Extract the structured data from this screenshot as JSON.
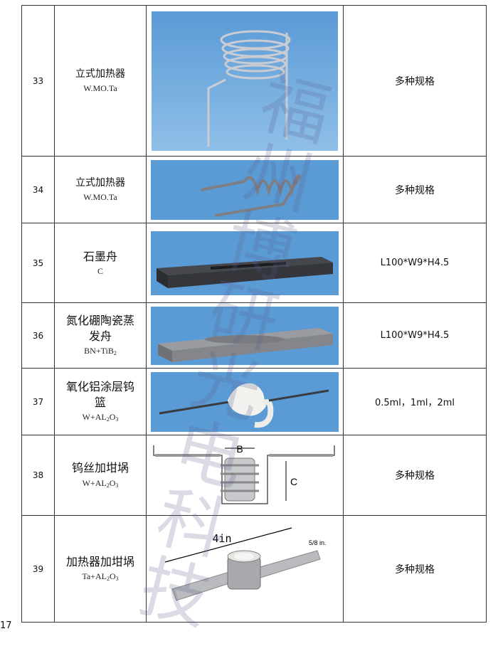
{
  "rows": [
    {
      "num": "33",
      "name": "立式加热器",
      "material": "W.MO.Ta",
      "spec": "多种规格",
      "image": "vertical-coil-heater-photo"
    },
    {
      "num": "34",
      "name": "立式加热器",
      "material": "W.MO.Ta",
      "spec": "多种规格",
      "image": "stranded-coil-heater-photo"
    },
    {
      "num": "35",
      "name": "石墨舟",
      "material": "C",
      "spec": "L100*W9*H4.5",
      "image": "graphite-boat-photo"
    },
    {
      "num": "36",
      "name_line1": "氮化硼陶瓷蒸",
      "name_line2": "发舟",
      "material_base": "BN+TiB",
      "material_sub": "2",
      "spec": "L100*W9*H4.5",
      "image": "bn-ceramic-boat-photo"
    },
    {
      "num": "37",
      "name_line1": "氧化铝涂层钨",
      "name_line2": "篮",
      "material_base": "W+AL",
      "material_sub1": "2",
      "material_mid": "O",
      "material_sub2": "3",
      "spec": "0.5ml，1ml，2ml",
      "image": "alumina-coated-basket-photo"
    },
    {
      "num": "38",
      "name": "钨丝加坩埚",
      "material_base": "W+AL",
      "material_sub1": "2",
      "material_mid": "O",
      "material_sub2": "3",
      "spec": "多种规格",
      "image": "wire-crucible-diagram",
      "dim_b": "B",
      "dim_c": "C"
    },
    {
      "num": "39",
      "name": "加热器加坩埚",
      "material_base": "Ta+AL",
      "material_sub1": "2",
      "material_mid": "O",
      "material_sub2": "3",
      "spec": "多种规格",
      "image": "heater-crucible-diagram",
      "dim_length": "4in",
      "dim_width": "5/8 in."
    }
  ],
  "page_number": "17",
  "watermark": [
    "福",
    "州",
    "博",
    "研",
    "光",
    "电",
    "科",
    "技"
  ],
  "colors": {
    "photo_bg": "#5b9bd5",
    "border": "#333333"
  }
}
